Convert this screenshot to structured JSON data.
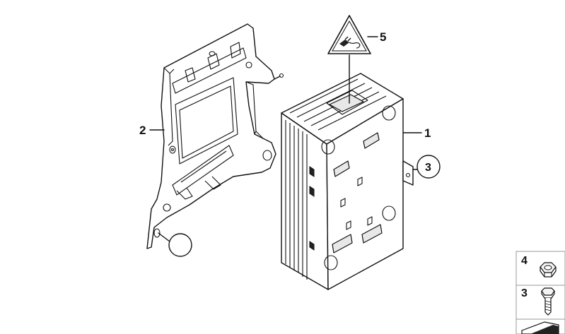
{
  "callouts": {
    "bracket": "2",
    "unit": "1",
    "screw_callout": "3",
    "warning": "5"
  },
  "legend": {
    "items": [
      {
        "num": "4",
        "icon": "hex-nut-icon"
      },
      {
        "num": "3",
        "icon": "hex-bolt-icon"
      }
    ]
  }
}
